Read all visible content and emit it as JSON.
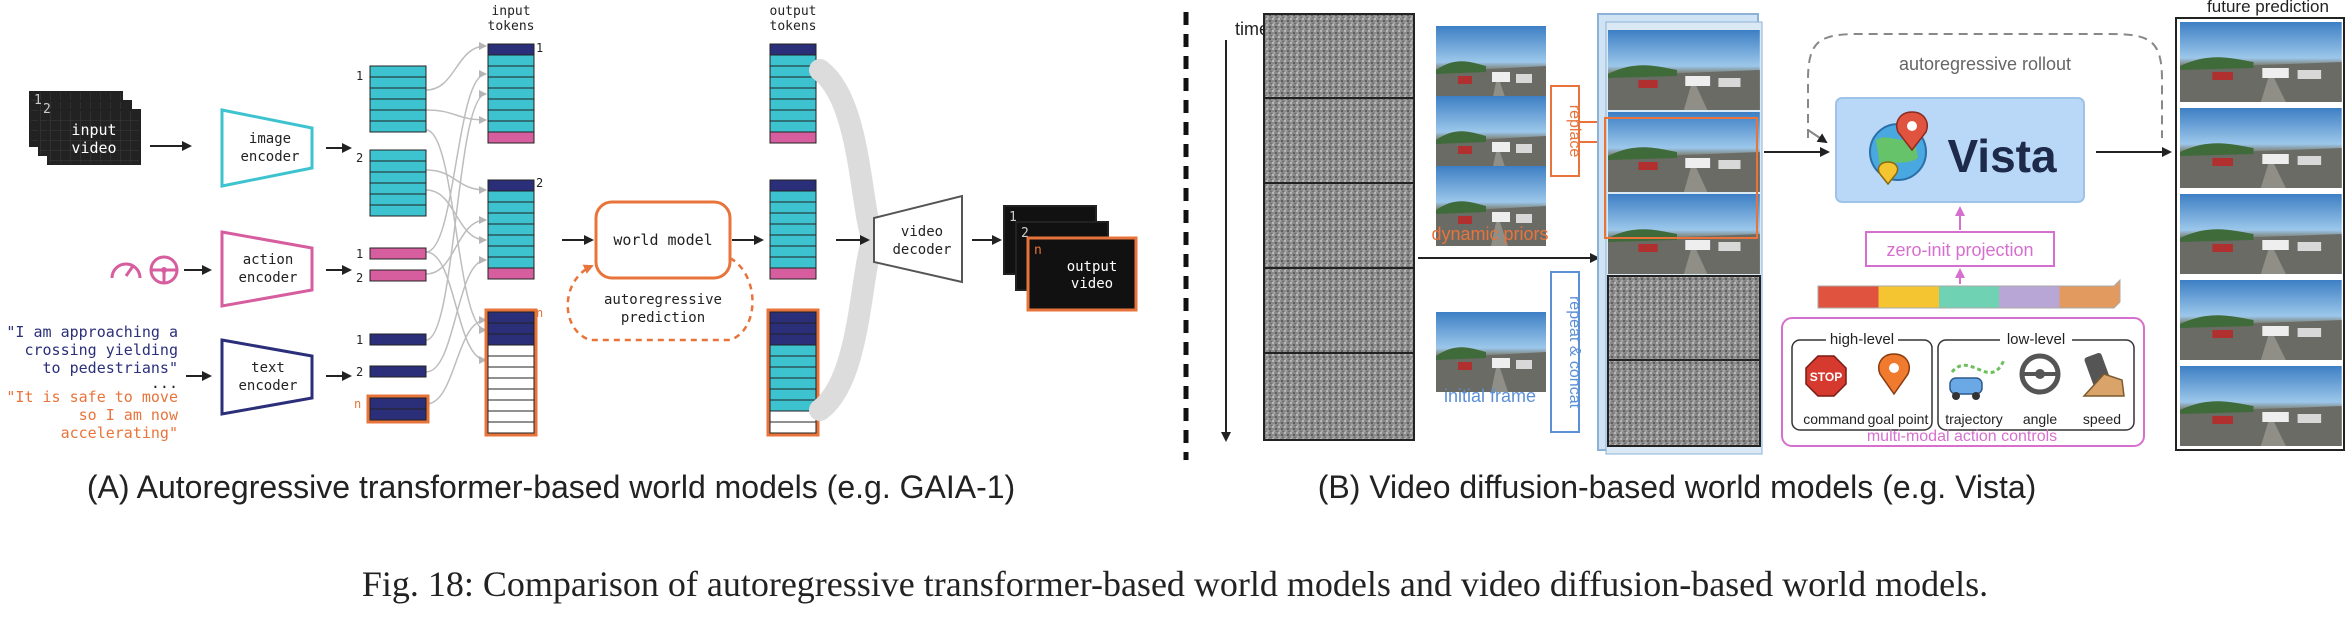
{
  "panel_a": {
    "input_video": [
      "input",
      "video"
    ],
    "image_encoder": [
      "image",
      "encoder"
    ],
    "action_encoder": [
      "action",
      "encoder"
    ],
    "text_encoder": [
      "text",
      "encoder"
    ],
    "quote_1": [
      "\"I am approaching a",
      "crossing yielding",
      "to pedestrians\""
    ],
    "ellipsis": "...",
    "quote_2": [
      "\"It is safe to move",
      "so I am now",
      "accelerating\""
    ],
    "input_tokens": [
      "input",
      "tokens"
    ],
    "output_tokens": [
      "output",
      "tokens"
    ],
    "world_model": "world model",
    "autoregressive_prediction": [
      "autoregressive",
      "prediction"
    ],
    "video_decoder": [
      "video",
      "decoder"
    ],
    "output_video": [
      "output",
      "video"
    ],
    "frame_idx": [
      "1",
      "2",
      "n"
    ],
    "group_idx": [
      "1",
      "2",
      "1",
      "2",
      "1",
      "2",
      "n"
    ],
    "token_idx": [
      "1",
      "2",
      "n"
    ],
    "caption": "(A) Autoregressive transformer-based world models (e.g. GAIA-1)"
  },
  "panel_b": {
    "time_label": "time",
    "replace_label": "replace",
    "dynamic_priors": "dynamic priors",
    "initial_frame": "initial frame",
    "repeat_concat": "repeat & concat",
    "autoregressive_rollout": "autoregressive rollout",
    "vista": "Vista",
    "zero_init": "zero-init projection",
    "high_level": "high-level",
    "low_level": "low-level",
    "stop_sign": "STOP",
    "controls": [
      "command",
      "goal point",
      "trajectory",
      "angle",
      "speed"
    ],
    "multimodal": "multi-modal action controls",
    "future_prediction": "future prediction",
    "caption": "(B) Video diffusion-based world models (e.g. Vista)"
  },
  "figure_caption": "Fig. 18: Comparison of autoregressive transformer-based world models and video diffusion-based world models.",
  "colors": {
    "navy": "#2b2f7a",
    "teal": "#3cc3cf",
    "pink": "#d65d9e",
    "orange": "#e8743b",
    "blue": "#5b8fd6",
    "magenta": "#d66fce"
  }
}
